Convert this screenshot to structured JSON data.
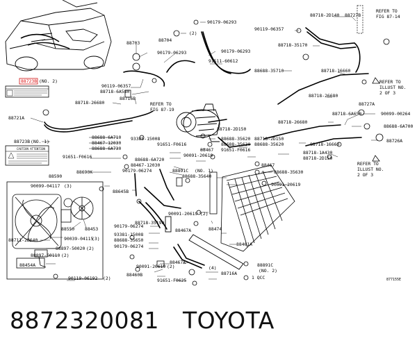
{
  "footer": {
    "part_number": "8872320081",
    "brand": "TOYOTA"
  },
  "diagram_code": "877155E",
  "accent_color": "#d11111",
  "labels": {
    "p90179_06293a": "90179-06293",
    "p90119_06357a": "90119-06357",
    "p88718_2d140": "88718-2D140",
    "p88727b": "88727B",
    "p88718_35170": "88718-35170",
    "refer_fig_87_14a": "REFER TO",
    "refer_fig_87_14b": "FIG 87-14",
    "c2a": "(2)",
    "p88704": "88704",
    "p88703": "88703",
    "p90179_06293b": "90179-06293",
    "p90179_06293c": "90179-06293",
    "p91511_60612": "91511-60612",
    "p88688_35710": "88688-35710",
    "p88718_16660a": "88718-16660",
    "p88723b_top": "88723B",
    "no2a": "(NO. 2)",
    "p90119_06357b": "90119-06357",
    "p88718_6a580": "88718-6A580",
    "p88718_26680a": "88718-26680",
    "p88716b": "88716B",
    "refer_fig_87_19a": "REFER TO",
    "refer_fig_87_19b": "FIG 87-19",
    "p88718_26680b": "88718-26680",
    "p88727a": "88727A",
    "refer_illust_a1": "REFER TO",
    "refer_illust_a2": "ILLUST NO.",
    "refer_illust_a3": "2 OF 3",
    "p88721a": "88721A",
    "p88723b_mid": "88723B",
    "no1a": "(NO. 1)",
    "p88718_6a650": "88718-6A650",
    "p90099_00264": "90099-00264",
    "p88718_26680c": "88718-26680",
    "p88688_6a700": "88688-6A700",
    "p88718_2d150a": "88718-2D150",
    "p88688_6a710": "88688-6A710",
    "p93385_15008a": "93385-15008",
    "p88467_12030a": "88467-12030",
    "p88688_6a730": "88688-6A730",
    "p91651_f0616a": "91651-F0616",
    "p91651_f0616b": "91651-F0616",
    "p88467a": "88467",
    "p88688_35620a": "88688-35620",
    "p88688_35630": "88688-35630",
    "p91651_f0616c": "91651-F0616",
    "p88718_2d150b": "88718-2D150",
    "p88688_35620b": "88688-35620",
    "p88718_16660b": "88718-16660",
    "p88726a": "88726A",
    "p88718_1a430": "88718-1A430",
    "p88718_2d150c": "88718-2D150",
    "refer_illust_b1": "REFER TO",
    "refer_illust_b2": "ILLUST NO.",
    "refer_illust_b3": "2 OF 3",
    "p88590": "88590",
    "p88690k": "88690K",
    "p88688_6a720": "88688-6A720",
    "p88467_12030b": "88467-12030",
    "p88891c_a": "88891C",
    "no1b": "(NO. 1)",
    "p90179_06274a": "90179-06274",
    "p90091_20619a": "90091-20619",
    "p88688_35640": "88688-35640",
    "p88467b": "88467",
    "p88688_35630b": "88688-35630",
    "p90099_04117": "90099-04117",
    "c3a": "(3)",
    "p88645b": "88645B",
    "p90091_20619b": "90091-20619",
    "p88550": "88550",
    "p88453": "88453",
    "p90039_04115": "90039-04115",
    "c3b": "(3)",
    "p88711_2b640": "88711-2B640",
    "p88897_50020": "88897-50020",
    "c2b": "(2)",
    "p88897_60110": "88897-60110",
    "c2c": "(2)",
    "p88454a": "88454A",
    "p90091_20619c": "90091-20619",
    "c2d": "(2)",
    "p88467a_b": "88467A",
    "p88474": "88474",
    "p90179_06274b": "90179-06274",
    "p88718_35190": "88718-35190",
    "p93381_15008": "93381-15008",
    "p88688_35650": "88688-35650",
    "p90179_06274c": "90179-06274",
    "p88461a": "88461A",
    "p90091_20619d": "90091-20619",
    "c2e": "(2)",
    "p88467a_c": "88467A",
    "p88460b": "88460B",
    "p88716a": "88716A",
    "c4": "(4)",
    "p88891c_b": "88891C",
    "no2b": "(NO. 2)",
    "p91651_f0625": "91651-F0625",
    "note_qcc": "1 QCC",
    "p90119_06192": "90119-06192",
    "c2f": "(2)",
    "warn_title": "CAUTION",
    "warn_title2": "CAUTION ATTENTION"
  }
}
